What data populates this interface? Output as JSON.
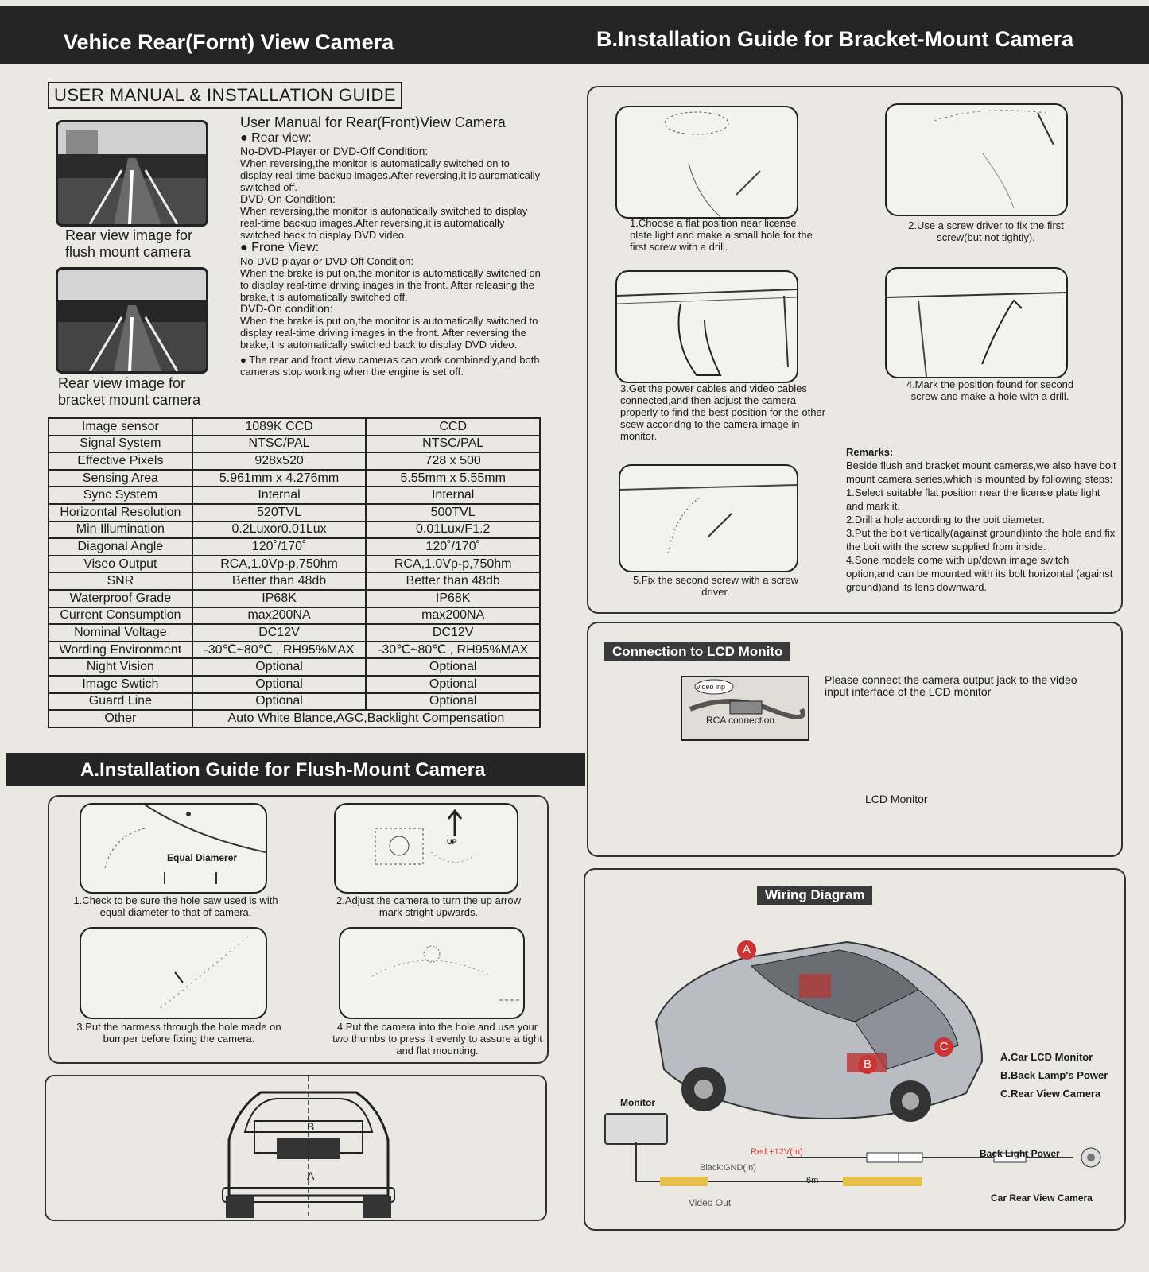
{
  "header": {
    "left_title": "Vehice Rear(Fornt) View Camera",
    "right_title": "B.Installation Guide for Bracket-Mount Camera"
  },
  "tag": "USER MANUAL & INSTALLATION GUIDE",
  "captions": {
    "flush": [
      "Rear view image for",
      "flush mount camera"
    ],
    "bracket": [
      "Rear view image for",
      "bracket mount camera"
    ]
  },
  "manual": {
    "title": "User Manual for Rear(Front)View Camera",
    "rear_heading": "● Rear view:",
    "rear_cond1": "No-DVD-Player or DVD-Off Condition:",
    "rear_text1": "When reversing,the monitor is automatically switched on to display real-time backup images.After reversing,it is auromatically switched off.",
    "rear_cond2": "DVD-On Condition:",
    "rear_text2": "When reversing,the monitor is autonatically switched to display real-time backup images.After reversing,it is automatically switched back to display DVD video.",
    "front_heading": "● Frone View:",
    "front_cond1": "No-DVD-playar or DVD-Off Condition:",
    "front_text1": "When the brake is put on,the monitor is automatically switched on to display real-time driving inages in the front. After releasing the brake,it is automatically switched off.",
    "front_cond2": "DVD-On condition:",
    "front_text2": "When the brake is put on,the monitor is automatically switched to display real-time driving images in the front. After reversing the brake,it is automatically switched back to display DVD video.",
    "note": "● The rear and front view cameras can work combinedly,and both cameras stop working when the engine is set off."
  },
  "spec_rows": [
    [
      "Image sensor",
      "1089K CCD",
      "CCD"
    ],
    [
      "Signal System",
      "NTSC/PAL",
      "NTSC/PAL"
    ],
    [
      "Effective Pixels",
      "928x520",
      "728 x 500"
    ],
    [
      "Sensing Area",
      "5.961mm x 4.276mm",
      "5.55mm x 5.55mm"
    ],
    [
      "Sync System",
      "Internal",
      "Internal"
    ],
    [
      "Horizontal Resolution",
      "520TVL",
      "500TVL"
    ],
    [
      "Min Illumination",
      "0.2Luxor0.01Lux",
      "0.01Lux/F1.2"
    ],
    [
      "Diagonal Angle",
      "120˚/170˚",
      "120˚/170˚"
    ],
    [
      "Viseo Output",
      "RCA,1.0Vp-p,750hm",
      "RCA,1.0Vp-p,750hm"
    ],
    [
      "SNR",
      "Better than 48db",
      "Better than 48db"
    ],
    [
      "Waterproof Grade",
      "IP68K",
      "IP68K"
    ],
    [
      "Current Consumption",
      "max200NA",
      "max200NA"
    ],
    [
      "Nominal Voltage",
      "DC12V",
      "DC12V"
    ],
    [
      "Wording Environment",
      "-30℃~80℃ , RH95%MAX",
      "-30℃~80℃ , RH95%MAX"
    ],
    [
      "Night Vision",
      "Optional",
      "Optional"
    ],
    [
      "Image Swtich",
      "Optional",
      "Optional"
    ],
    [
      "Guard Line",
      "Optional",
      "Optional"
    ]
  ],
  "spec_other": [
    "Other",
    "Auto White Blance,AGC,Backlight Compensation"
  ],
  "flush": {
    "title": "A.Installation Guide for Flush-Mount Camera",
    "fig1_label": "Equal Diamerer",
    "fig2_label": "UP",
    "step1": "1.Check to be sure the hole saw used is with equal diameter to that of camera,",
    "step2": "2.Adjust the camera to turn the up arrow mark stright upwards.",
    "step3": "3.Put the harmess through the hole made on bumper before fixing the camera.",
    "step4": "4.Put the camera into the hole and use your two thumbs to press it evenly to assure a tight and flat mounting.",
    "car_b": "B",
    "car_a": "A"
  },
  "bracket": {
    "step1": "1.Choose a flat position near license plate light and make a small hole for the first screw with a drill.",
    "step2": "2.Use a screw driver to fix the first screw(but not tightly).",
    "step3": "3.Get the power cables and video cables connected,and then adjust the camera properly to find the best position for the other scew accoridng to the camera image in monitor.",
    "step4": "4.Mark the position found for second screw and make a hole with a drill.",
    "step5": "5.Fix the second screw with a screw driver.",
    "remarks_title": "Remarks:",
    "remarks_intro": "Beside flush and bracket mount cameras,we also have bolt mount camera series,which is mounted by following steps:",
    "remarks_1": "1.Select suitable flat position near the license plate light and mark it.",
    "remarks_2": "2.Drill a hole according to the boit diameter.",
    "remarks_3": "3.Put the boit vertically(against ground)into the hole and fix the boit with the screw supplied from inside.",
    "remarks_4": "4.Sone models come with up/down image switch option,and can be mounted with its bolt horizontal (against ground)and its lens downward."
  },
  "connection": {
    "label": "Connection to LCD Monito",
    "text": "Please connect the camera output jack to the video input interface of the LCD monitor",
    "video_in": "video inp",
    "rca": "RCA connection",
    "lcd": "LCD Monitor"
  },
  "wiring": {
    "label": "Wiring Diagram",
    "legend_a": "A.Car LCD Monitor",
    "legend_b": "B.Back Lamp's Power",
    "legend_c": "C.Rear View Camera",
    "mark_a": "A",
    "mark_b": "B",
    "mark_c": "C",
    "monitor": "Monitor",
    "red": "Red:+12V(In)",
    "black": "Black:GND(In)",
    "length": "6m",
    "video_out": "Video Out",
    "back_light": "Back Light Power",
    "camera": "Car Rear View Camera"
  }
}
